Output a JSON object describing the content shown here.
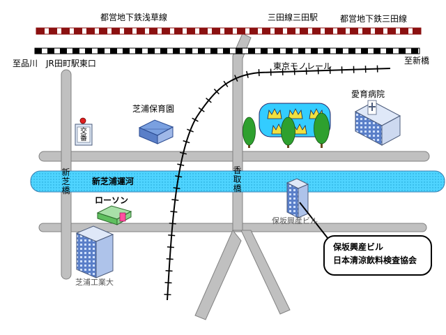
{
  "labels": {
    "asakusa_line": "都営地下鉄浅草線",
    "mita_station": "三田線三田駅",
    "mita_line": "都営地下鉄三田線",
    "to_shinagawa": "至品川",
    "jr_tamachi": "JR田町駅東口",
    "to_shimbashi": "至新橋",
    "monorail": "東京モノレール",
    "aiiku_hospital": "愛育病院",
    "shibaura_nursery": "芝浦保育園",
    "koban": "交番",
    "canal": "新芝浦運河",
    "shinshiba_bridge": "新芝橋",
    "kotori_bridge": "香取橋",
    "lawson": "ローソン",
    "hosaka_building_small": "保坂興産ビル",
    "shibaura_it": "芝浦工業大"
  },
  "callout": {
    "line1": "保坂興産ビル",
    "line2": "日本清涼飲料検査協会"
  },
  "colors": {
    "road": "#c0c0c0",
    "canal": "#33ccff",
    "subway_line": "#8b1010",
    "building_blue": "#6a8fd6"
  }
}
